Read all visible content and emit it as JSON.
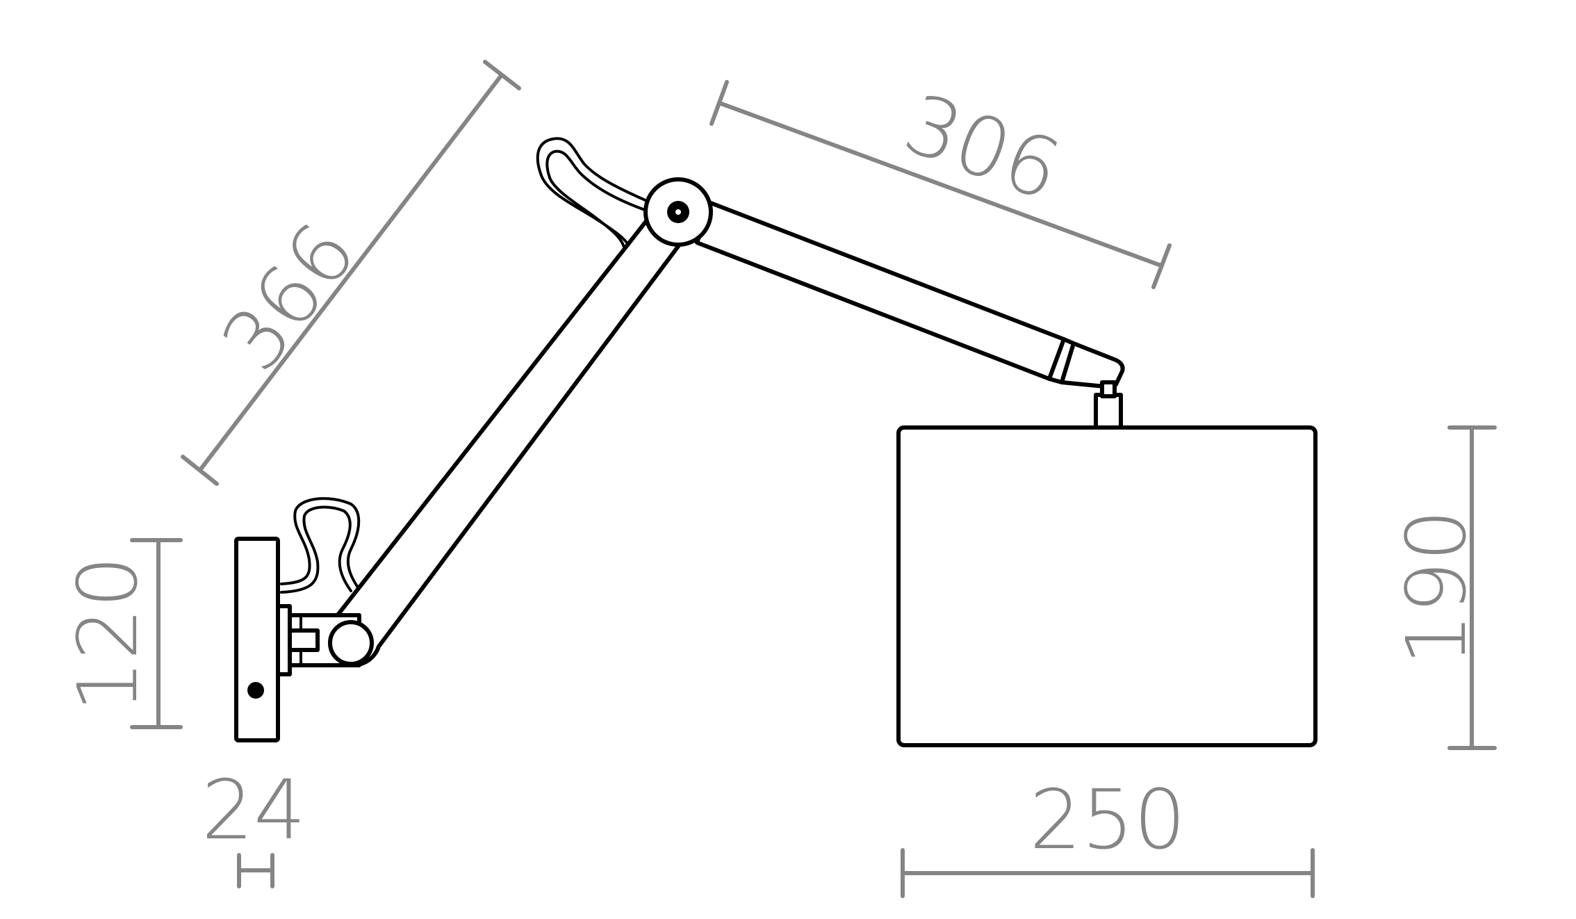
{
  "drawing": {
    "subject": "Wall lamp with articulated arm — side elevation dimensions",
    "units": "mm",
    "colors": {
      "dimension": "#858585",
      "outline": "#000000",
      "background": "#ffffff"
    }
  },
  "dimensions": {
    "lower_arm_length": {
      "value": "366",
      "orientation": "diagonal"
    },
    "upper_arm_length": {
      "value": "306",
      "orientation": "diagonal"
    },
    "base_height": {
      "value": "120",
      "orientation": "vertical"
    },
    "base_depth": {
      "value": "24",
      "orientation": "horizontal"
    },
    "shade_height": {
      "value": "190",
      "orientation": "vertical"
    },
    "shade_width": {
      "value": "250",
      "orientation": "horizontal"
    }
  }
}
